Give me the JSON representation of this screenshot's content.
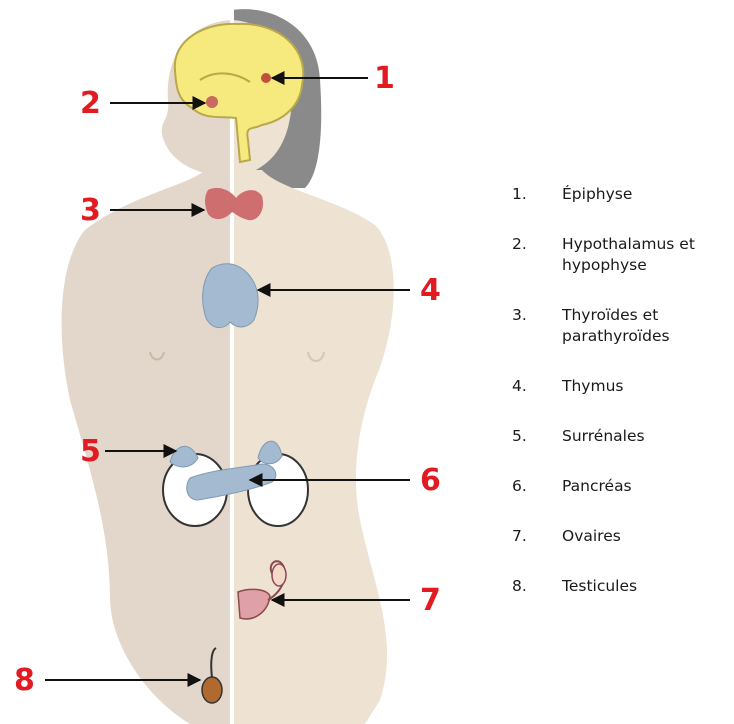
{
  "callouts": {
    "c1": "1",
    "c2": "2",
    "c3": "3",
    "c4": "4",
    "c5": "5",
    "c6": "6",
    "c7": "7",
    "c8": "8"
  },
  "legend": [
    {
      "num": "1.",
      "text": "Épiphyse"
    },
    {
      "num": "2.",
      "text": "Hypothalamus et hypophyse"
    },
    {
      "num": "3.",
      "text": "Thyroïdes et parathyroïdes"
    },
    {
      "num": "4.",
      "text": "Thymus"
    },
    {
      "num": "5.",
      "text": "Surrénales"
    },
    {
      "num": "6.",
      "text": "Pancréas"
    },
    {
      "num": "7.",
      "text": "Ovaires"
    },
    {
      "num": "8.",
      "text": "Testicules"
    }
  ],
  "colors": {
    "skin_left": "#e3d7cb",
    "skin_right": "#eee2d3",
    "hair": "#8a8a8a",
    "brain": "#f6ea7e",
    "thyroid": "#cf6e6e",
    "gland_blue": "#a3bad0",
    "callout_red": "#e21b23"
  }
}
